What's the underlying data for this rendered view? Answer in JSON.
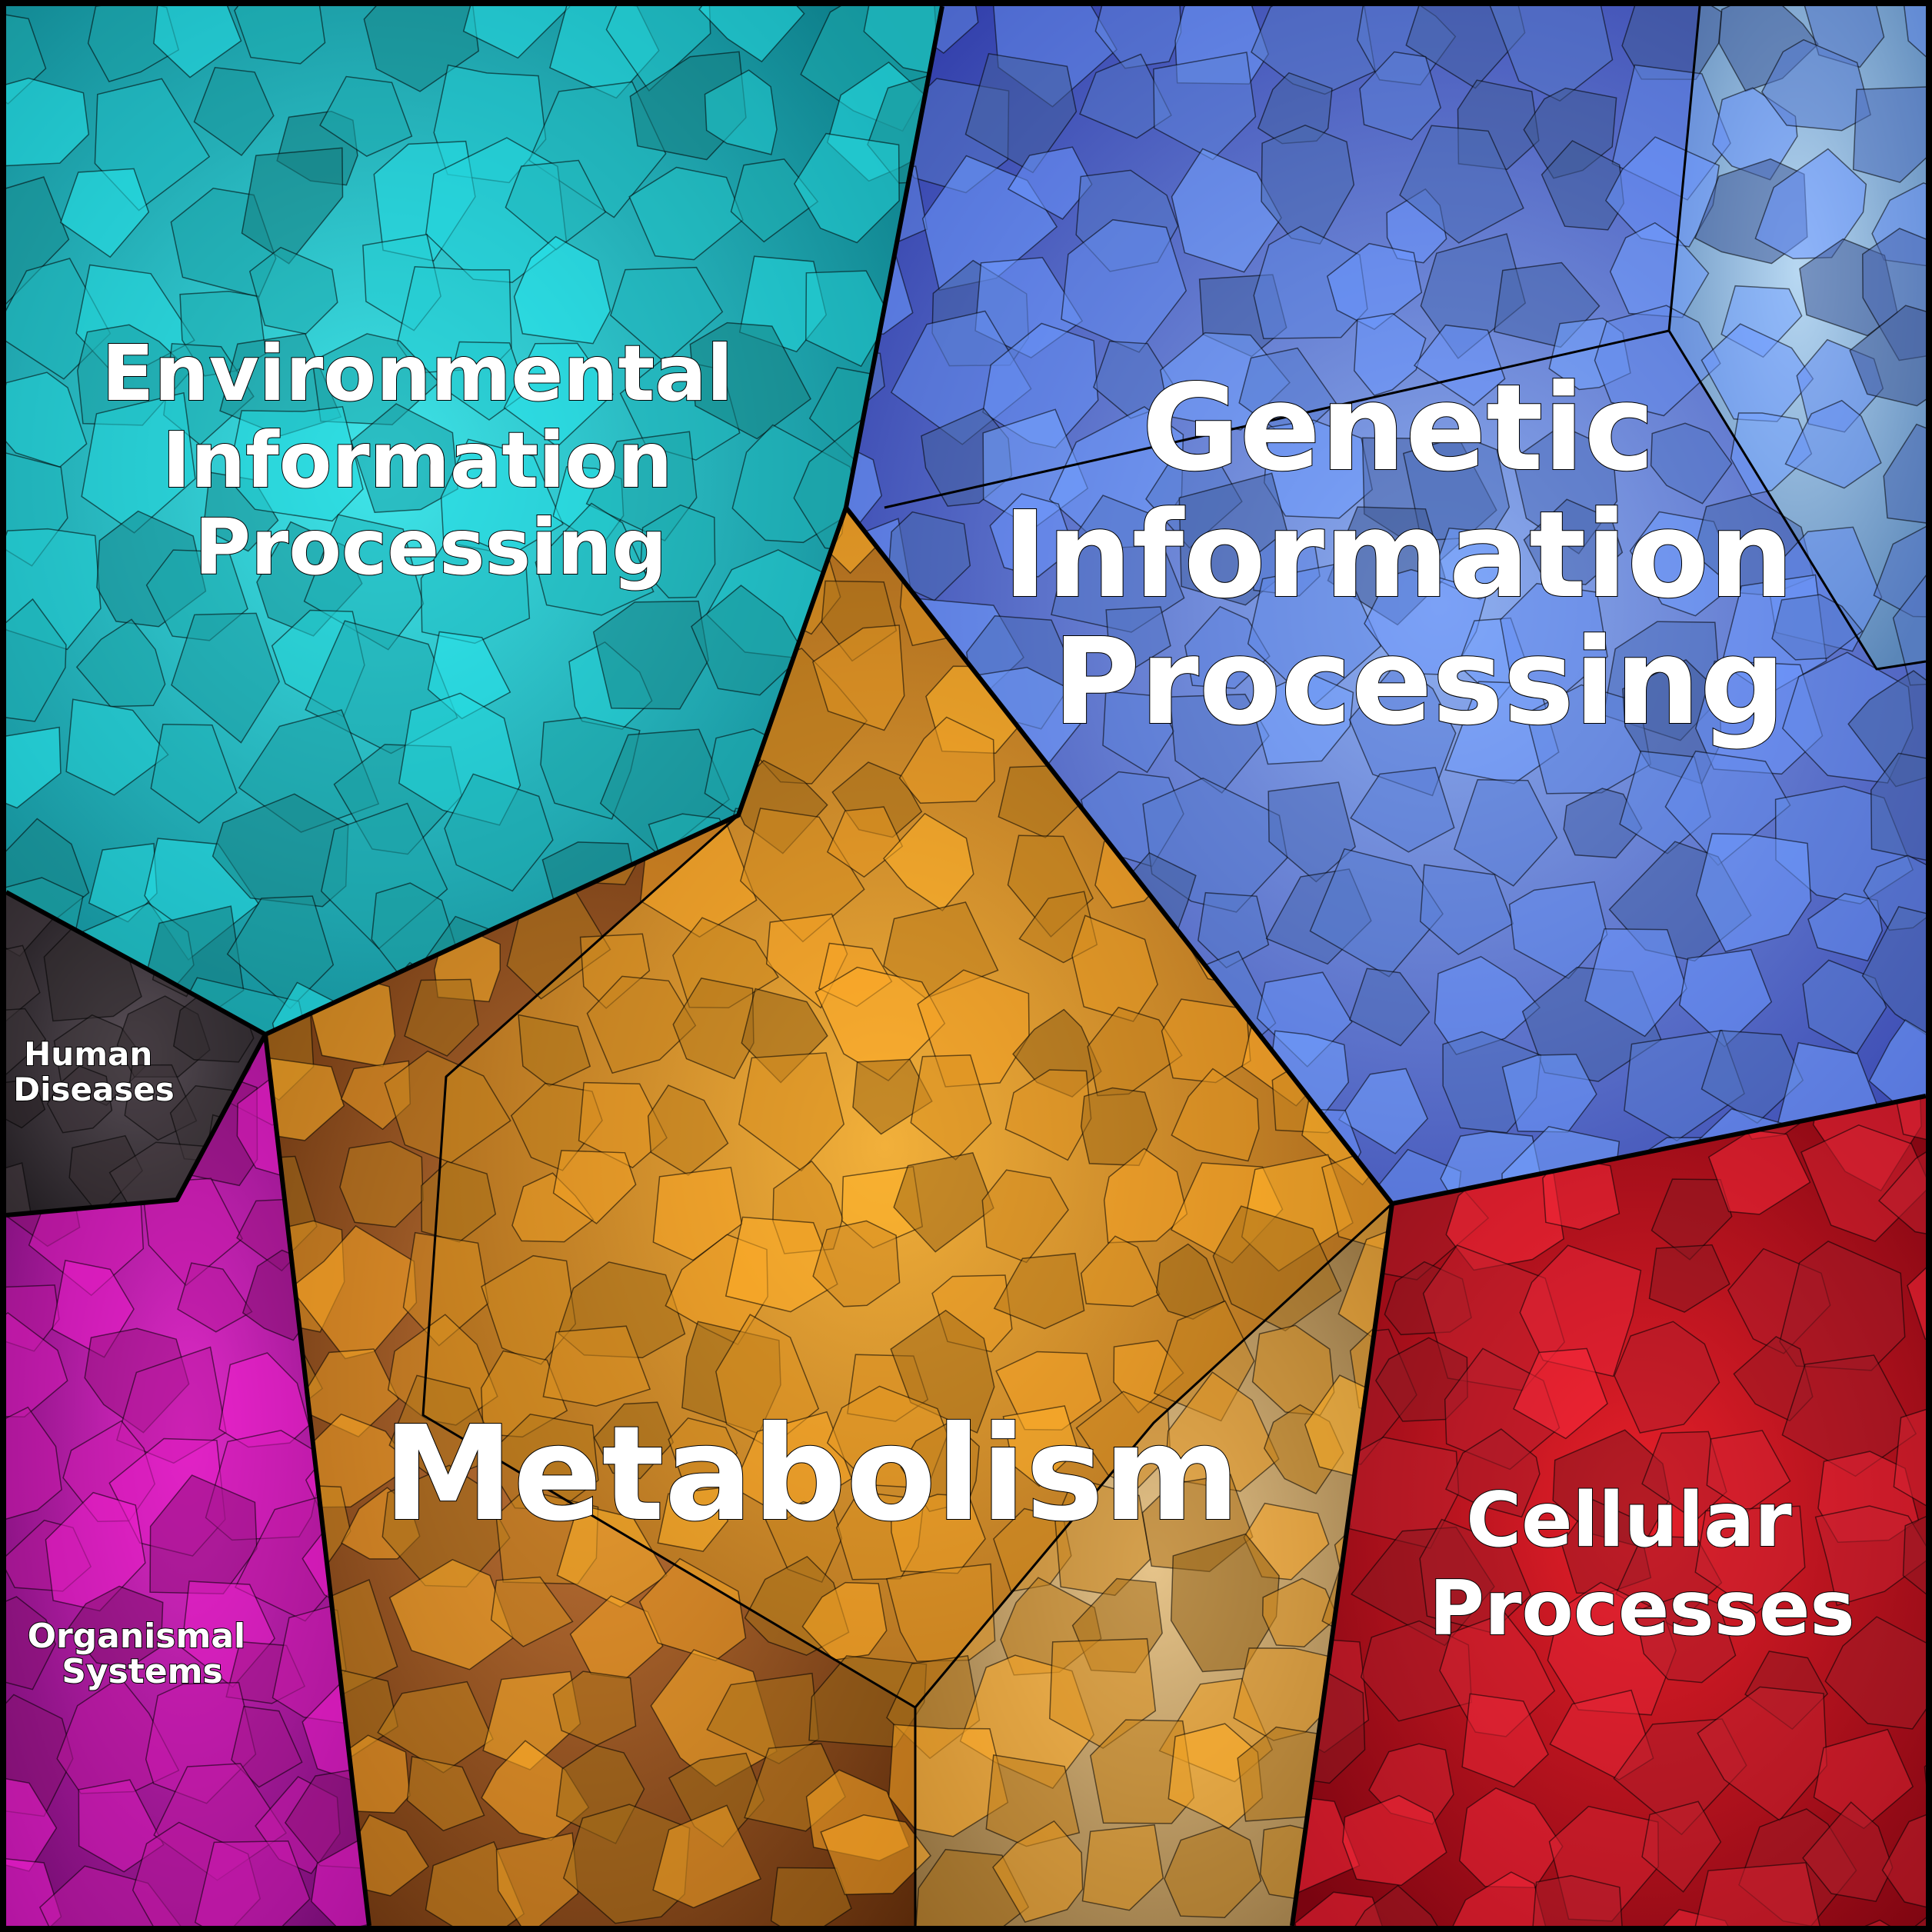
{
  "diagram": {
    "type": "voronoi-treemap",
    "regions": [
      {
        "id": "environmental",
        "lines": [
          "Environmental",
          "Information",
          "Processing"
        ],
        "color": "#1fb3b8"
      },
      {
        "id": "genetic",
        "lines": [
          "Genetic",
          "Information",
          "Processing"
        ],
        "color": "#5b7fd6"
      },
      {
        "id": "metabolism",
        "lines": [
          "Metabolism"
        ],
        "color": "#d08a20"
      },
      {
        "id": "cellular",
        "lines": [
          "Cellular",
          "Processes"
        ],
        "color": "#c4202e"
      },
      {
        "id": "human-diseases",
        "lines": [
          "Human",
          "Diseases"
        ],
        "color": "#3a3236"
      },
      {
        "id": "organismal",
        "lines": [
          "Organismal",
          "Systems"
        ],
        "color": "#b8189e"
      }
    ]
  }
}
